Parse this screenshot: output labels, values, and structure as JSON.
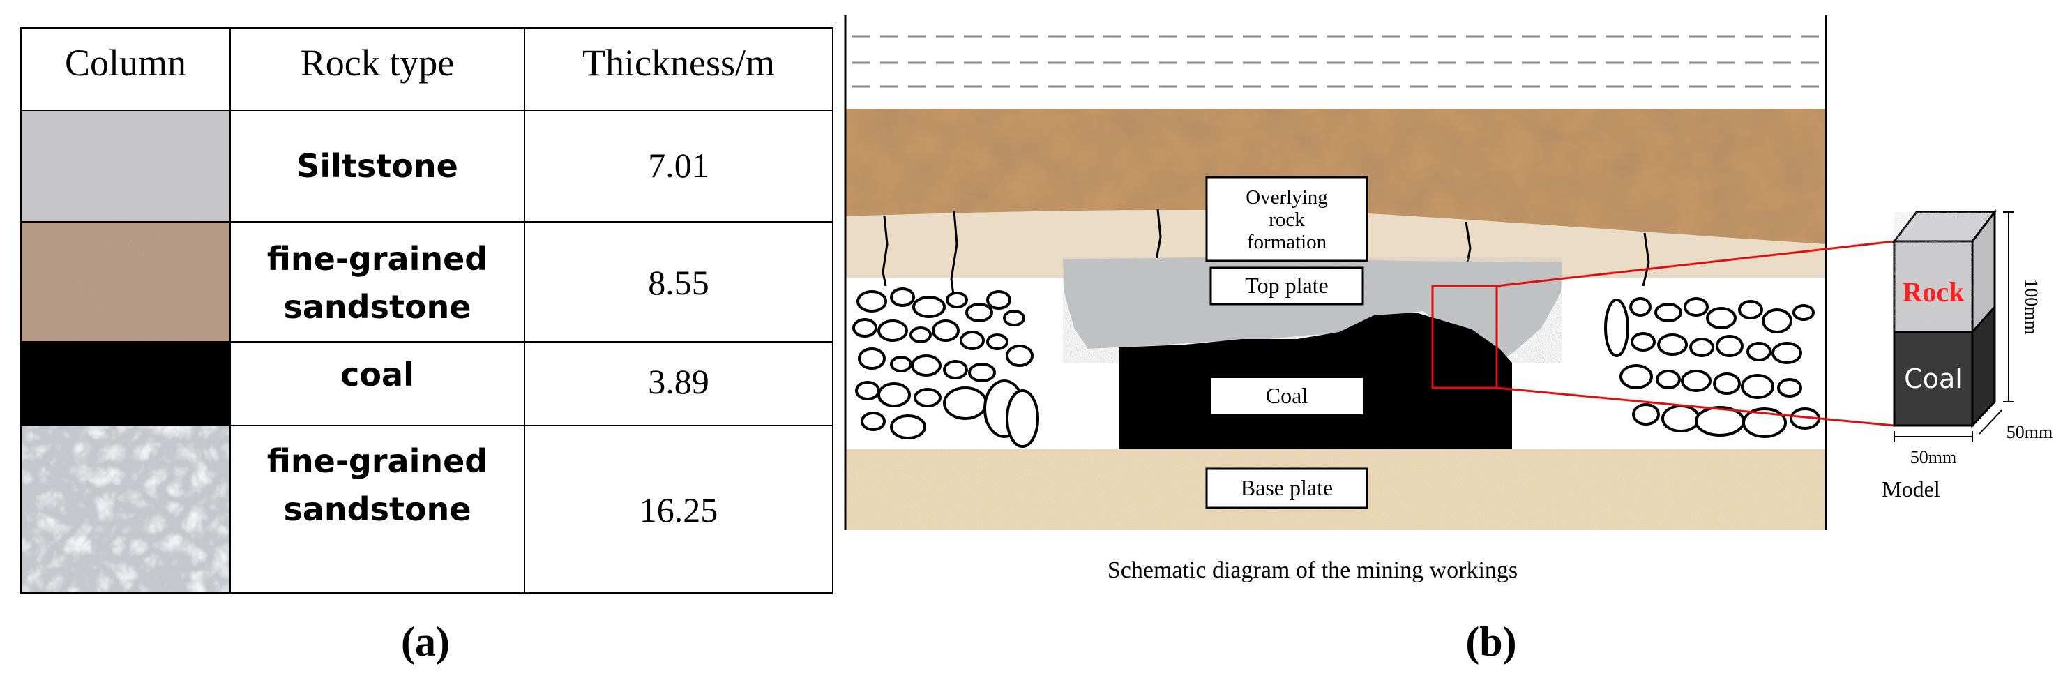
{
  "panel_a": {
    "caption": "(a)",
    "headers": [
      "Column",
      "Rock type",
      "Thickness/m"
    ],
    "rows": [
      {
        "rock_line1": "Siltstone",
        "rock_line2": "",
        "thickness": "7.01",
        "swatch": "gray-granite"
      },
      {
        "rock_line1": "fine-grained",
        "rock_line2": "sandstone",
        "thickness": "8.55",
        "swatch": "brown-speckled"
      },
      {
        "rock_line1": "coal",
        "rock_line2": "",
        "thickness": "3.89",
        "swatch": "black"
      },
      {
        "rock_line1": "fine-grained",
        "rock_line2": "sandstone",
        "thickness": "16.25",
        "swatch": "white-marble"
      }
    ]
  },
  "panel_b": {
    "caption": "(b)",
    "diagram_caption": "Schematic diagram of the mining workings",
    "labels": {
      "overlying_line1": "Overlying",
      "overlying_line2": "rock",
      "overlying_line3": "formation",
      "top_plate": "Top plate",
      "coal": "Coal",
      "base_plate": "Base plate"
    },
    "model": {
      "rock": "Rock",
      "coal": "Coal",
      "height": "100mm",
      "width": "50mm",
      "depth": "50mm",
      "title": "Model"
    }
  },
  "colors": {
    "coal": "#000000",
    "model_coal": "#3a3a3a",
    "rock_label": "#ff2020",
    "callout": "#e01010",
    "sandstone_upper": "#e9dcc6",
    "sandstone_brown": "#b88a5a",
    "base_plate": "#e8d4b0"
  }
}
